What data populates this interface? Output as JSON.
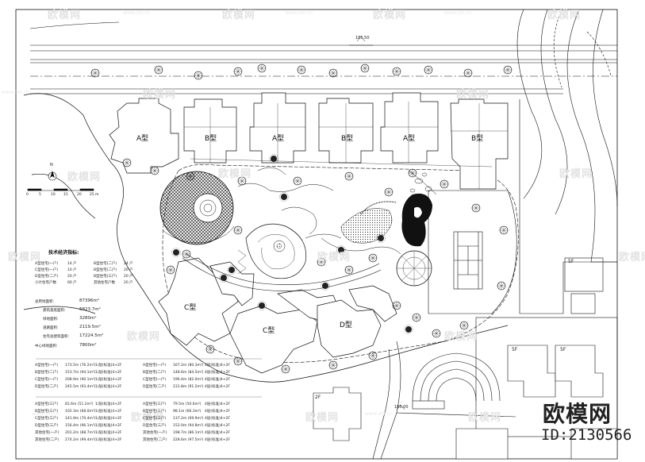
{
  "watermark": {
    "brand": "欧模网",
    "url": "www.om.cn"
  },
  "brand": {
    "name": "欧模网",
    "id": "ID:2130566"
  },
  "elevations": {
    "top": "185.50",
    "bottom": "185.00"
  },
  "north_label": "N",
  "scale_bar": {
    "ticks": [
      "0",
      "5",
      "10",
      "15",
      "20",
      "25"
    ],
    "unit": "m"
  },
  "buildings": {
    "a1": "A型",
    "b1": "B型",
    "a2": "A型",
    "b2": "B型",
    "a3": "A型",
    "b3": "B型",
    "c1": "C型",
    "c2": "C型",
    "d1": "D型"
  },
  "neighbors": {
    "n1": "5F",
    "n2": "5F",
    "n3": "5F",
    "n4": "2F"
  },
  "stats": {
    "title": "技术经济指标:",
    "floor_rows": [
      {
        "label": "A型住宅(一户)",
        "value": "14 户",
        "label2": "B型住宅(二户)",
        "value2": "24 户"
      },
      {
        "label": "C型住宅(一户)",
        "value": "10 户",
        "label2": "B型住宅(二户)",
        "value2": "20 户"
      },
      {
        "label": "D型住宅(二户)",
        "value": "20 户",
        "label2": "B型住宅(三户)",
        "value2": "20 户"
      },
      {
        "label": "小计住宅户数",
        "value": "66 户",
        "label2": "其他住宅户数",
        "value2": "20 户"
      }
    ],
    "area_rows": [
      {
        "label": "总用地面积:",
        "value": "87396m²"
      },
      {
        "label": "建筑基底面积:",
        "value": "6823.7m²"
      },
      {
        "label": "绿地面积:",
        "value": "3280m²"
      },
      {
        "label": "道路面积:",
        "value": "2119.5m²"
      },
      {
        "label": "住宅总建筑面积:",
        "value": "17224.5m²"
      },
      {
        "label": "中心绿地面积:",
        "value": "7800m²"
      }
    ],
    "left_table_1": [
      {
        "label": "A型住宅(一户)",
        "area": "173.5m (76.2m²)",
        "note": "1/层(标准)4+2F"
      },
      {
        "label": "B型住宅(二户)",
        "area": "153.7m (94.1m²)",
        "note": "1/层(标准)4+2F"
      },
      {
        "label": "C型住宅(一户)",
        "area": "208.9m (90.1m²)",
        "note": "1/层(标准)4+2F"
      },
      {
        "label": "D型住宅(二户)",
        "area": "245.5m (93.4m²)",
        "note": "1/层(标准)4+2F"
      }
    ],
    "right_table_1": [
      {
        "label": "A型住宅(一户)",
        "area": "167.2m (80.3m²)",
        "note": "4层(标准)4+2F"
      },
      {
        "label": "B型住宅(二户)",
        "area": "148.6m (84.5m²)",
        "note": "4层(标准)4+2F"
      },
      {
        "label": "C型住宅(一户)",
        "area": "196.4m (82.0m²)",
        "note": "4层(标准)4+2F"
      },
      {
        "label": "D型住宅(二户)",
        "area": "231.8m (91.2m²)",
        "note": "4层(标准)4+2F"
      }
    ],
    "left_table_2": [
      {
        "label": "A型住宅(三户)",
        "area": "81.6m (51.2m²)",
        "note": "1/层(标准)4+2F"
      },
      {
        "label": "B型住宅(三户)",
        "area": "102.3m (68.0m²)",
        "note": "1/层(标准)4+2F"
      },
      {
        "label": "C型住宅(三户)",
        "area": "141.9m (70.4m²)",
        "note": "1/层(标准)4+2F"
      },
      {
        "label": "D型住宅(三户)",
        "area": "156.4m (96.1m²)",
        "note": "1/层(标准)4+2F"
      },
      {
        "label": "其他住宅(一户)",
        "area": "201.2m (88.7m²)",
        "note": "1/层(标准)4+2F"
      },
      {
        "label": "其他住宅(二户)",
        "area": "274.2m (99.4m²)",
        "note": "1/层(标准)4+2F"
      }
    ],
    "right_table_2": [
      {
        "label": "A型住宅(三户)",
        "area": "79.5m (50.6m²)",
        "note": "4层(标准)4+2F"
      },
      {
        "label": "B型住宅(三户)",
        "area": "98.1m (66.3m²)",
        "note": "4层(标准)4+2F"
      },
      {
        "label": "C型住宅(三户)",
        "area": "137.2m (69.9m²)",
        "note": "4层(标准)4+2F"
      },
      {
        "label": "D型住宅(三户)",
        "area": "152.0m (94.8m²)",
        "note": "4层(标准)4+2F"
      },
      {
        "label": "其他住宅(一户)",
        "area": "198.7m (86.1m²)",
        "note": "4层(标准)4+2F"
      },
      {
        "label": "其他住宅(二户)",
        "area": "228.6m (97.5m²)",
        "note": "4层(标准)4+2F"
      }
    ]
  }
}
